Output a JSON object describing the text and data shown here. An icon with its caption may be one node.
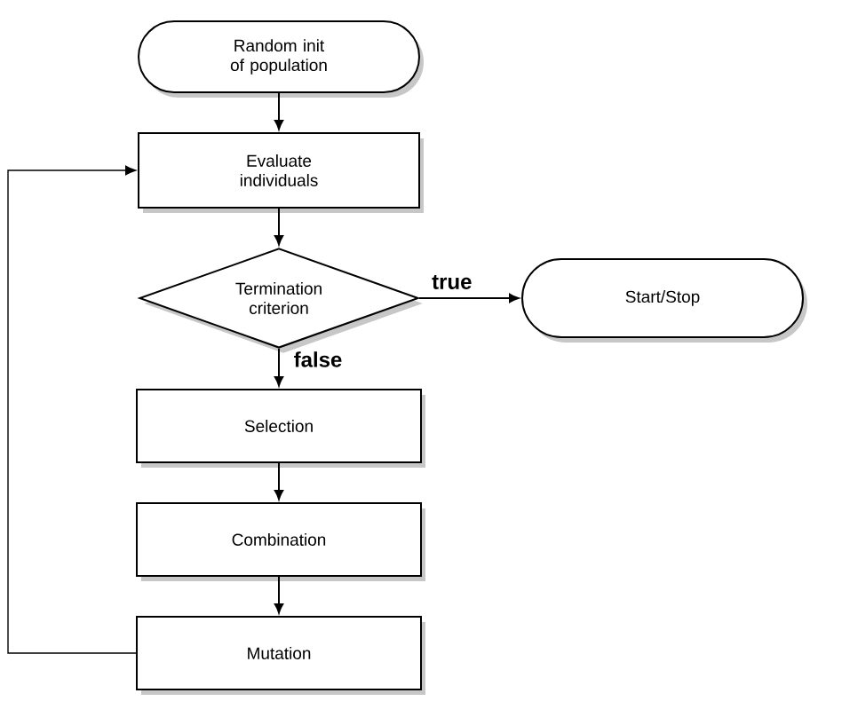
{
  "diagram": {
    "nodes": [
      {
        "text": [
          "Random init of population"
        ]
      },
      {
        "text": [
          "Evaluate individuals"
        ]
      },
      {
        "text": [
          "Termination criterion"
        ]
      },
      {
        "text": [
          "Start/Stop"
        ]
      },
      {
        "text": [
          "Selection"
        ]
      },
      {
        "text": [
          "Combination"
        ]
      },
      {
        "text": [
          "Mutation"
        ]
      }
    ],
    "edges": [
      {
        "from": 0,
        "to": 1,
        "arrow": "to"
      },
      {
        "from": 1,
        "to": 2,
        "arrow": "to"
      },
      {
        "from": 2,
        "to": 3,
        "arrow": "to",
        "label": "true"
      },
      {
        "from": 2,
        "to": 4,
        "arrow": "to",
        "label": "false"
      },
      {
        "from": 4,
        "to": 5,
        "arrow": "to"
      },
      {
        "from": 5,
        "to": 6,
        "arrow": "to"
      },
      {
        "from": 6,
        "to": 1,
        "arrow": "to"
      }
    ]
  }
}
